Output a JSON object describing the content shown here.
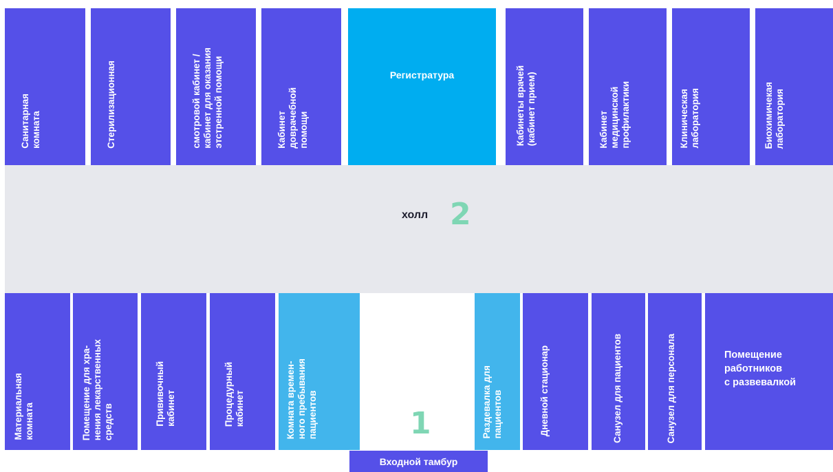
{
  "hall": {
    "label": "холл",
    "number": "2"
  },
  "entrance": {
    "number": "1",
    "vestibule": "Входной тамбур"
  },
  "top_rooms": [
    "Санитарная\nкомната",
    "Стерилизационная",
    "смотровой кабинет /\nкабинет для оказания\nэтстренной помощи",
    "Кабинет\nдоврачебной\nпомощи",
    "Регистратура",
    "Кабинеты врачей\n(кабинет прием)",
    "Кабинет\nмедицинской\nпрофилактики",
    "Клиническая\nлаборатория",
    "Биохимичекая\nлаборатория"
  ],
  "bottom_rooms": [
    "Материальная\nкомната",
    "Помещение для хра-\nнения лекарственных\nсредств",
    "Прививочный\nкабинет",
    "Процедурный\nкабинет",
    "Комната времен-\nного пребывания\nпациентов",
    "Раздевалка для\nпациентов",
    "Дневной стационар",
    "Санузел для пациентов",
    "Санузел для персонала",
    "Помещение\nработников\nс развевалкой"
  ],
  "colors": {
    "room": "#5550e8",
    "light_room": "#42b5ec",
    "registry": "#00adf0",
    "hall": "#e7e8ed",
    "number": "#7fd6b4"
  }
}
